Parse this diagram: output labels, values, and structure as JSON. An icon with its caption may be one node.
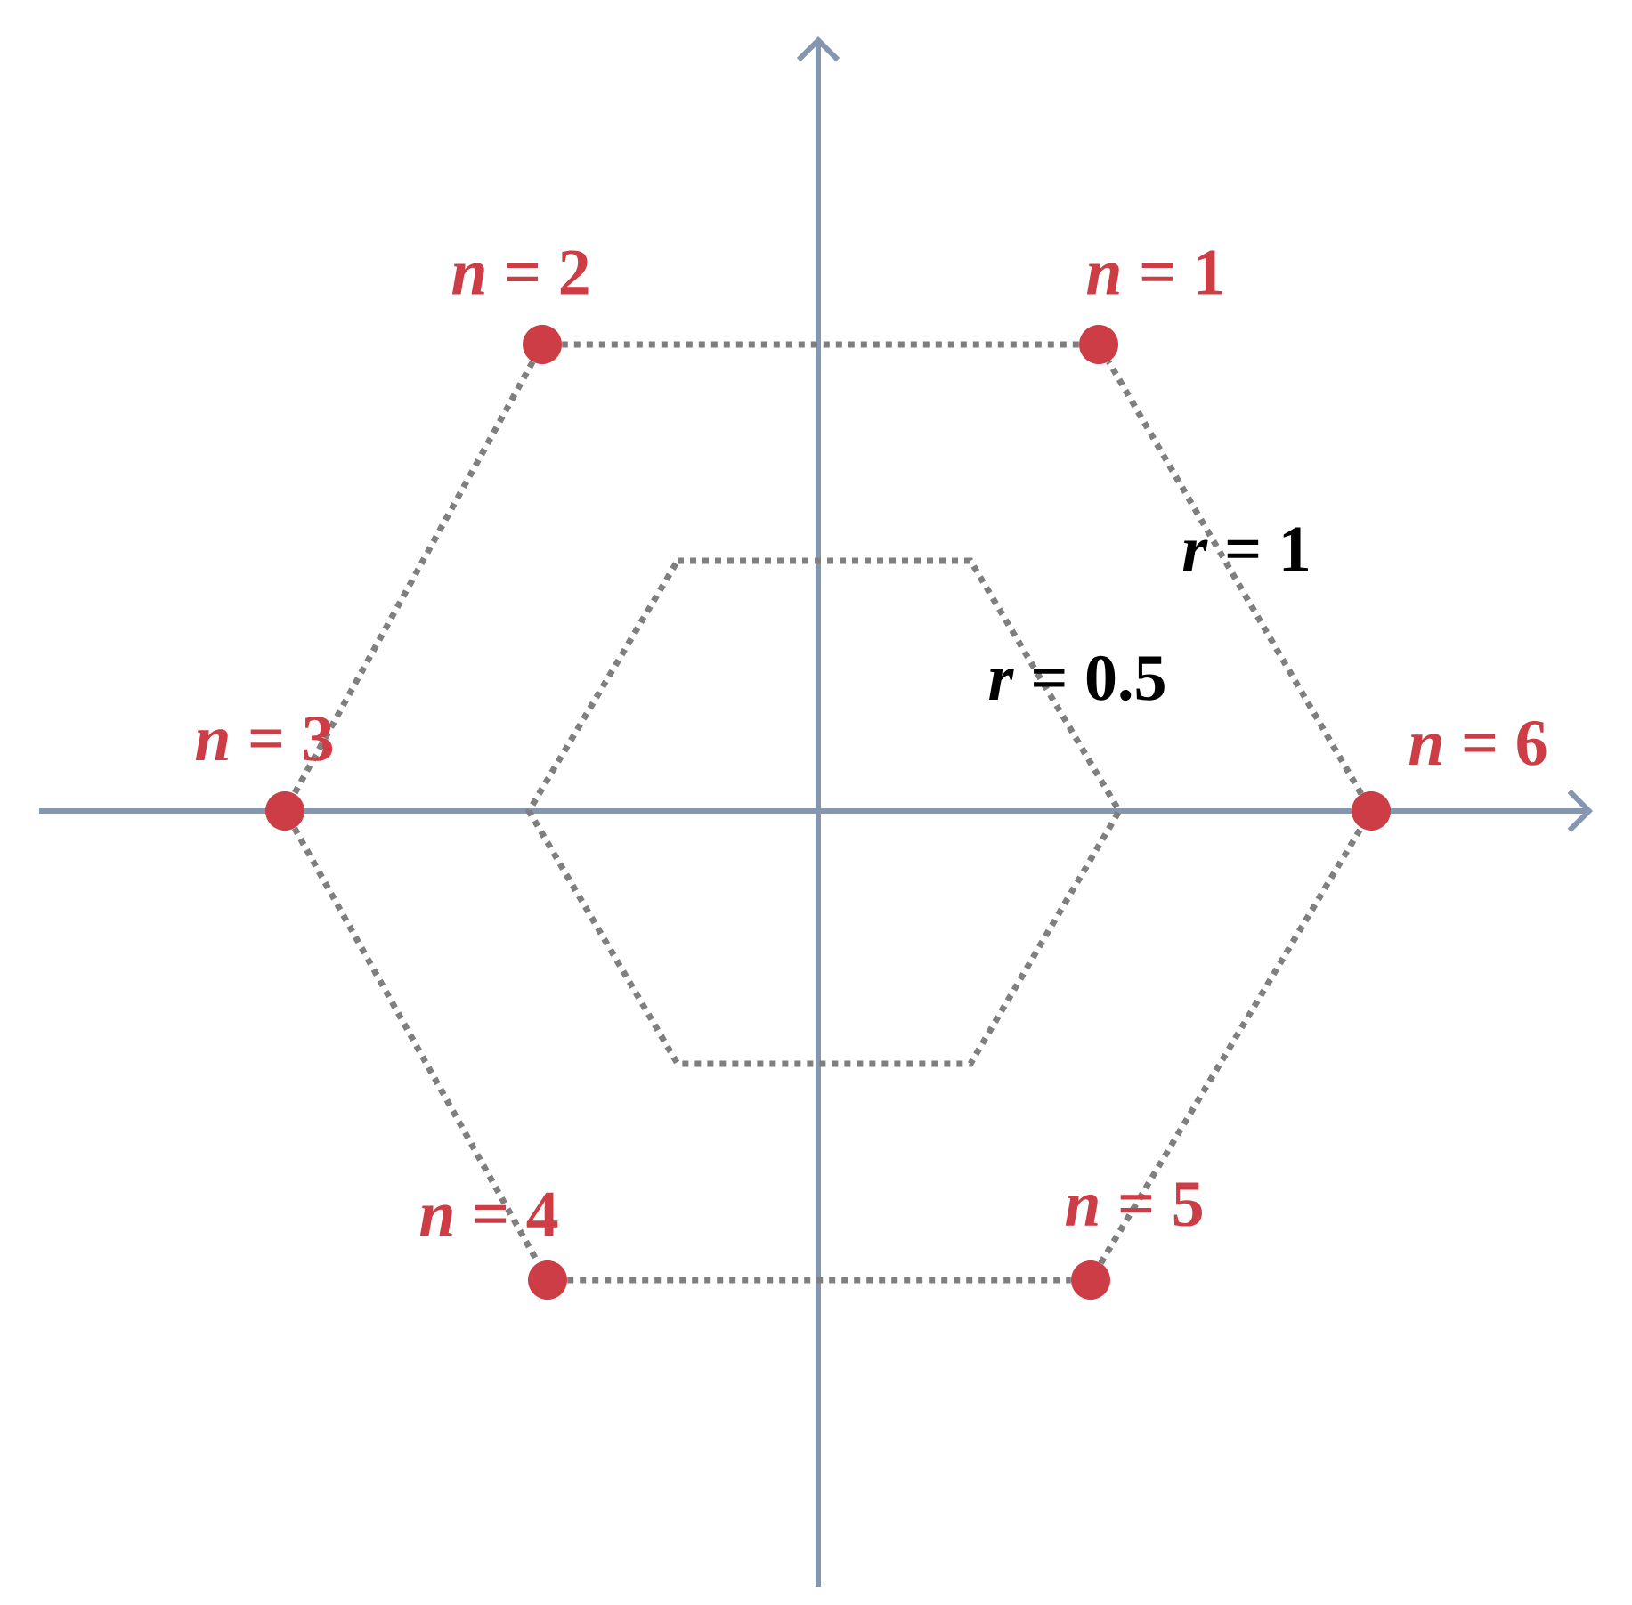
{
  "diagram": {
    "nodes": [
      {
        "text": [],
        "shape": "circle",
        "beside": [
          "*n* = 1"
        ]
      },
      {
        "text": [],
        "shape": "circle",
        "beside": [
          "*n* = 2"
        ]
      },
      {
        "text": [],
        "shape": "circle",
        "beside": [
          "*n* = 3"
        ]
      },
      {
        "text": [],
        "shape": "circle",
        "beside": [
          "*n* = 4"
        ]
      },
      {
        "text": [],
        "shape": "circle",
        "beside": [
          "*n* = 5"
        ]
      },
      {
        "text": [],
        "shape": "circle",
        "beside": [
          "*n* = 6"
        ]
      }
    ],
    "edges": [
      {
        "from": 0,
        "to": 1,
        "arrow": "none",
        "style": "dashed"
      },
      {
        "from": 1,
        "to": 2,
        "arrow": "none",
        "style": "dashed"
      },
      {
        "from": 2,
        "to": 3,
        "arrow": "none",
        "style": "dashed"
      },
      {
        "from": 3,
        "to": 4,
        "arrow": "none",
        "style": "dashed"
      },
      {
        "from": 4,
        "to": 5,
        "arrow": "none",
        "style": "dashed"
      },
      {
        "from": 5,
        "to": 0,
        "arrow": "none",
        "style": "dashed"
      }
    ],
    "labels": [
      "*r* = 1",
      "*r* = 0.5"
    ]
  }
}
